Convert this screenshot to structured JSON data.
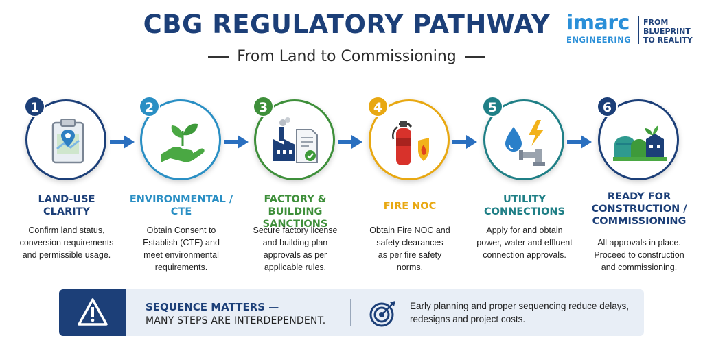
{
  "header": {
    "title": "CBG REGULATORY PATHWAY",
    "subtitle": "From Land to Commissioning"
  },
  "logo": {
    "brand": "imarc",
    "division": "ENGINEERING",
    "tagline_line1": "FROM",
    "tagline_line2": "BLUEPRINT",
    "tagline_line3": "TO REALITY"
  },
  "steps": [
    {
      "number": "1",
      "title_line1": "LAND-USE",
      "title_line2": "CLARITY",
      "title_line3": "",
      "desc_line1": "Confirm land status,",
      "desc_line2": "conversion requirements",
      "desc_line3": "and permissible usage.",
      "desc_line4": "",
      "icon": "clipboard-map-icon",
      "color": "#1c3f78"
    },
    {
      "number": "2",
      "title_line1": "ENVIRONMENTAL /",
      "title_line2": "CTE",
      "title_line3": "",
      "desc_line1": "Obtain Consent to",
      "desc_line2": "Establish (CTE) and",
      "desc_line3": "meet environmental",
      "desc_line4": "requirements.",
      "icon": "hand-plant-icon",
      "color": "#2a8fc4"
    },
    {
      "number": "3",
      "title_line1": "FACTORY &",
      "title_line2": "BUILDING SANCTIONS",
      "title_line3": "",
      "desc_line1": "Secure factory license",
      "desc_line2": "and building plan",
      "desc_line3": "approvals as per",
      "desc_line4": "applicable rules.",
      "icon": "factory-document-icon",
      "color": "#3e8f3a"
    },
    {
      "number": "4",
      "title_line1": "FIRE NOC",
      "title_line2": "",
      "title_line3": "",
      "desc_line1": "Obtain Fire NOC and",
      "desc_line2": "safety clearances",
      "desc_line3": "as per fire safety",
      "desc_line4": "norms.",
      "icon": "fire-extinguisher-icon",
      "color": "#e8a812"
    },
    {
      "number": "5",
      "title_line1": "UTILITY",
      "title_line2": "CONNECTIONS",
      "title_line3": "",
      "desc_line1": "Apply for and obtain",
      "desc_line2": "power, water and effluent",
      "desc_line3": "connection approvals.",
      "desc_line4": "",
      "icon": "water-power-pipe-icon",
      "color": "#1f7f86"
    },
    {
      "number": "6",
      "title_line1": "READY FOR",
      "title_line2": "CONSTRUCTION /",
      "title_line3": "COMMISSIONING",
      "desc_line1": "All approvals in place.",
      "desc_line2": "Proceed to construction",
      "desc_line3": "and commissioning.",
      "desc_line4": "",
      "icon": "plant-facility-icon",
      "color": "#1c3f78"
    }
  ],
  "banner": {
    "heading": "SEQUENCE MATTERS —",
    "subheading": "MANY STEPS ARE INTERDEPENDENT.",
    "text": "Early planning and proper sequencing reduce delays, redesigns and project costs.",
    "warning_icon": "warning-icon",
    "target_icon": "target-icon"
  },
  "colors": {
    "primary": "#1c3f78",
    "arrow": "#2a6fbf",
    "banner_bg": "#e8eef6"
  }
}
